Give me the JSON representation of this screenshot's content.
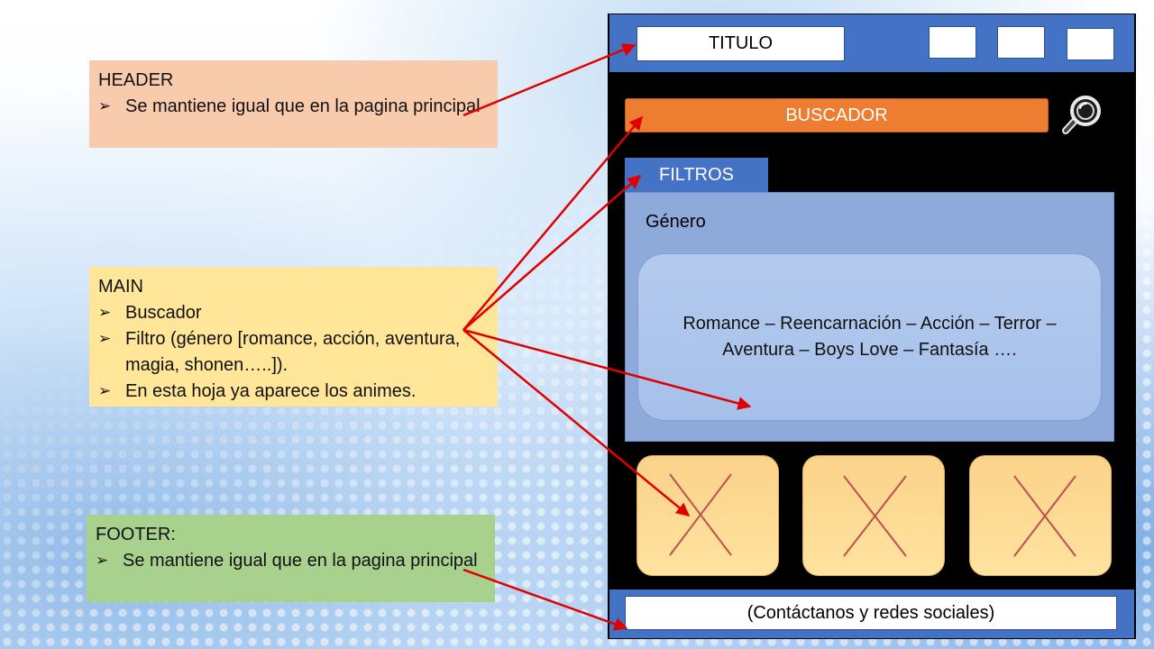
{
  "colors": {
    "header_note": "#f8cbad",
    "main_note": "#ffe699",
    "footer_note": "#a9d18e",
    "frame": "#000000",
    "blue": "#4472c4",
    "search": "#ed7d31",
    "arrow": "#e00000"
  },
  "notes": {
    "header": {
      "title": "HEADER",
      "items": [
        "Se mantiene igual que en la pagina principal"
      ]
    },
    "main": {
      "title": "MAIN",
      "items": [
        "Buscador",
        "Filtro (género [romance, acción, aventura, magia, shonen…..]).",
        "En esta hoja ya aparece los animes."
      ]
    },
    "footer": {
      "title": "FOOTER:",
      "items": [
        "Se mantiene igual que en la pagina principal"
      ]
    }
  },
  "mockup": {
    "header_title": "TITULO",
    "search_label": "BUSCADOR",
    "search_icon": "magnifier-icon",
    "filter_tab": "FILTROS",
    "genre_label": "Género",
    "genres_text": "Romance – Reencarnación – Acción – Terror – Aventura – Boys Love – Fantasía ….",
    "footer_text": "(Contáctanos y redes sociales)"
  }
}
